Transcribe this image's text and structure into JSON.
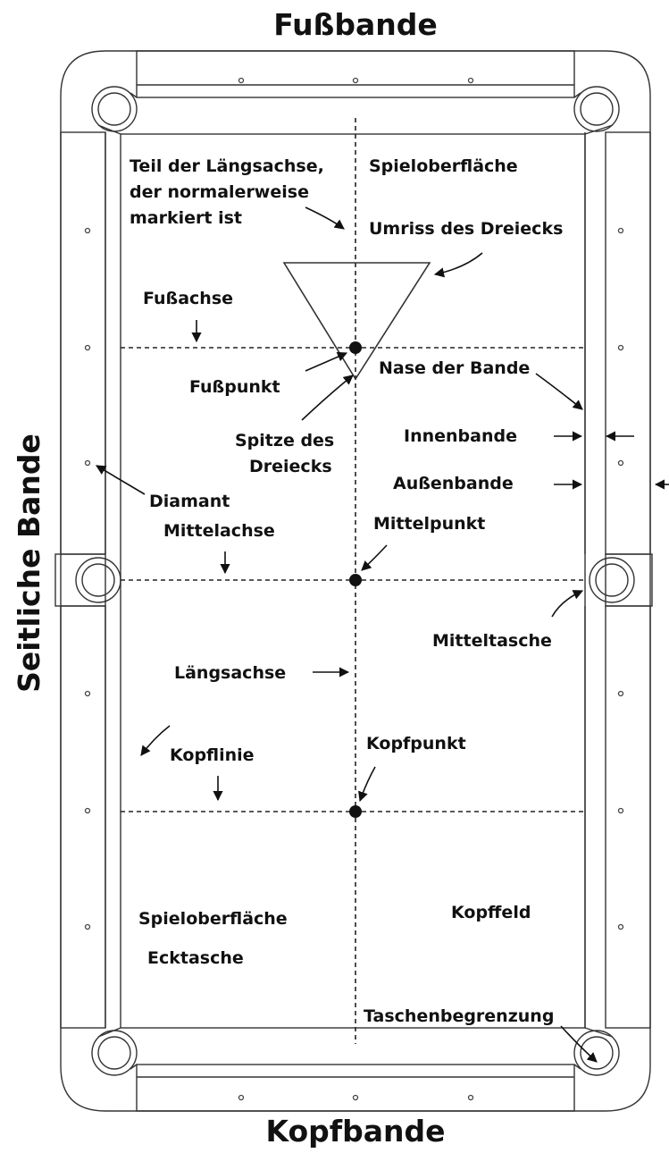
{
  "rails": {
    "foot": "Fußbande",
    "head": "Kopfbande",
    "side": "Seitliche Bande"
  },
  "labels": {
    "longitudinal_part_1": "Teil der Längsachse,",
    "longitudinal_part_2": "der normalerweise",
    "longitudinal_part_3": "markiert ist",
    "playing_surface_top": "Spieloberfläche",
    "triangle_outline": "Umriss des Dreiecks",
    "foot_axis": "Fußachse",
    "foot_spot": "Fußpunkt",
    "cushion_nose": "Nase der Bande",
    "inner_rail": "Innenbande",
    "triangle_apex_1": "Spitze des",
    "triangle_apex_2": "Dreiecks",
    "outer_rail": "Außenbande",
    "diamond": "Diamant",
    "center_axis": "Mittelachse",
    "center_spot": "Mittelpunkt",
    "side_pocket": "Mitteltasche",
    "longitudinal_axis": "Längsachse",
    "head_string": "Kopflinie",
    "head_spot": "Kopfpunkt",
    "playing_surface_bottom": "Spieloberfläche",
    "kitchen": "Kopffeld",
    "corner_pocket": "Ecktasche",
    "pocket_boundary": "Taschenbegrenzung"
  }
}
